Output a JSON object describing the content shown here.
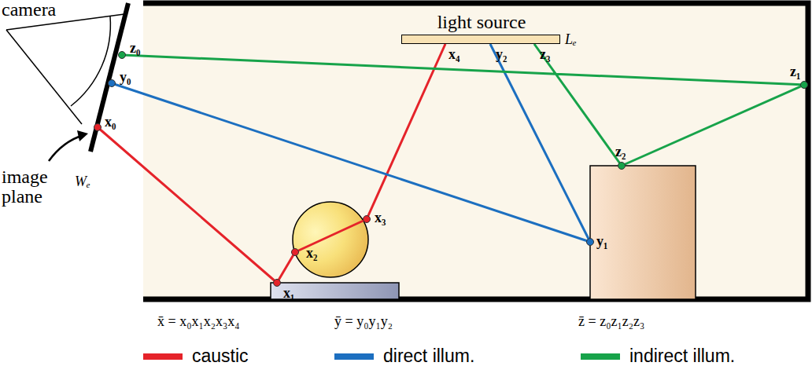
{
  "diagram": {
    "nodes": [
      {
        "text": [
          "light source",
          "Lₑ"
        ]
      }
    ],
    "labels": [
      "camera",
      "image plane",
      "Wₑ",
      "z₀",
      "y₀",
      "x₀",
      "x₁",
      "x₂",
      "x₃",
      "x₄",
      "y₁",
      "y₂",
      "z₁",
      "z₂",
      "z₃",
      "x̄ = x₀x₁x₂x₃x₄",
      "ȳ = y₀y₁y₂",
      "z̄ = z₀z₁z₂z₃"
    ],
    "legend": [
      {
        "text": "caustic",
        "color": "#e5232a"
      },
      {
        "text": "direct illum.",
        "color": "#1c6fc0"
      },
      {
        "text": "indirect illum.",
        "color": "#17a34a"
      }
    ]
  }
}
